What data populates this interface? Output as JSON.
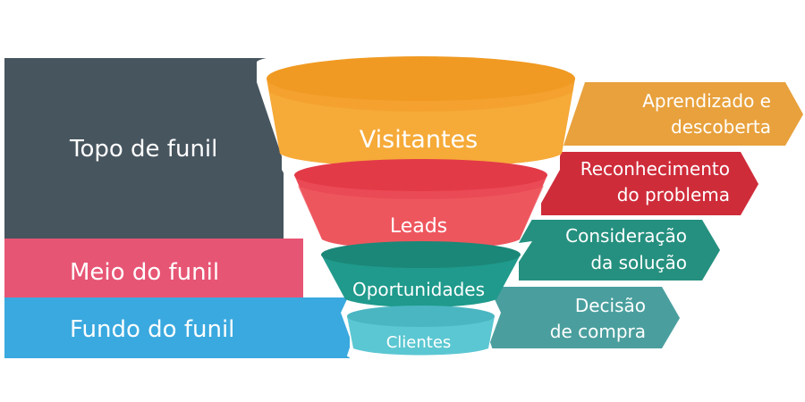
{
  "stages": [
    {
      "label": "Visitantes",
      "color": "#f4a12f"
    },
    {
      "label": "Leads",
      "color": "#ea4a55"
    },
    {
      "label": "Oportunidades",
      "color": "#1f9a8c"
    },
    {
      "label": "Clientes",
      "color": "#5bc7d2"
    }
  ],
  "sections": [
    {
      "label": "Topo de funil",
      "color": "#47555f"
    },
    {
      "label": "Meio do funil",
      "color": "#e75574"
    },
    {
      "label": "Fundo do funil",
      "color": "#3aa9df"
    }
  ],
  "steps": [
    {
      "lines": [
        "Aprendizado e",
        "descoberta"
      ],
      "color": "#e8a13c"
    },
    {
      "lines": [
        "Reconhecimento",
        "do problema"
      ],
      "color": "#cf2c3a"
    },
    {
      "lines": [
        "Consideração",
        "da solução"
      ],
      "color": "#25907f"
    },
    {
      "lines": [
        "Decisão",
        "de compra"
      ],
      "color": "#4a9f9e"
    }
  ]
}
